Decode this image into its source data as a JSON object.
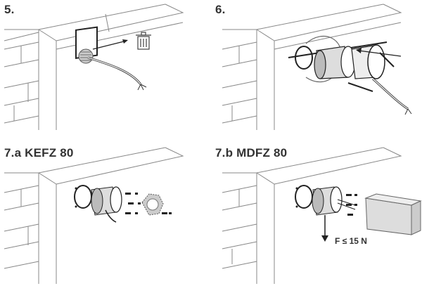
{
  "steps": [
    {
      "title": "5."
    },
    {
      "title": "6."
    },
    {
      "title": "7.a KEFZ 80"
    },
    {
      "title": "7.b MDFZ 80"
    }
  ],
  "annotations": {
    "force_limit": "F ≤ 15 N"
  },
  "icons": {
    "trash": "trash-icon",
    "rotation": "rotate-arrow-icon",
    "pull": "arrow-left-icon",
    "force": "arrow-down-icon"
  }
}
